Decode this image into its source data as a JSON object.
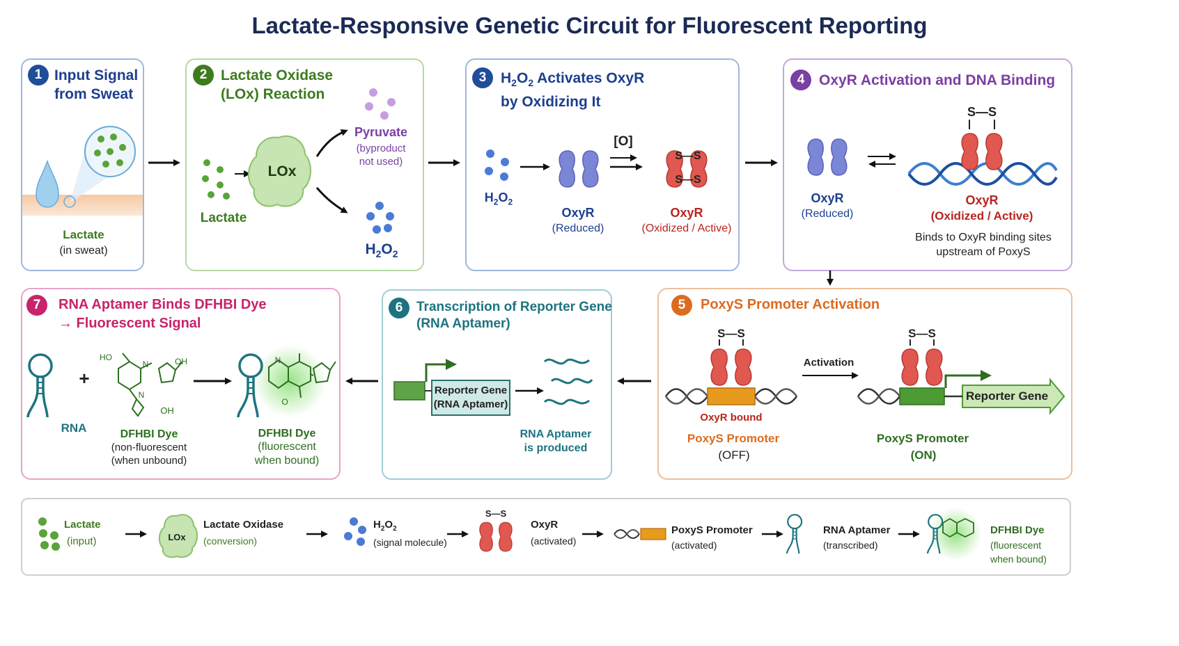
{
  "title": "Lactate-Responsive Genetic Circuit for Fluorescent Reporting",
  "colors": {
    "blue": "#1d3f8f",
    "green": "#3d7b1f",
    "purple": "#7a3fa2",
    "orange": "#dd6b1f",
    "pink": "#c8236b",
    "teal": "#1d7480",
    "oxyr_reduced": "#7b86d6",
    "oxyr_oxidized": "#e0584f"
  },
  "panels": {
    "p1": {
      "num": "1",
      "title_l1": "Input Signal",
      "title_l2": "from Sweat",
      "label": "Lactate",
      "sublabel": "(in sweat)"
    },
    "p2": {
      "num": "2",
      "title_l1": "Lactate Oxidase",
      "title_l2": "(LOx) Reaction",
      "enzyme": "LOx",
      "substrate": "Lactate",
      "product1": "Pyruvate",
      "product1_note_l1": "(byproduct",
      "product1_note_l2": "not used)",
      "product2": "H",
      "product2_sub": "2",
      "product2_b": "O",
      "product2_sub2": "2"
    },
    "p3": {
      "num": "3",
      "title_a": "H",
      "title_sub1": "2",
      "title_b": "O",
      "title_sub2": "2",
      "title_c": " Activates OxyR",
      "title_l2": "by Oxidizing It",
      "h2o2_a": "H",
      "h2o2_s1": "2",
      "h2o2_b": "O",
      "h2o2_s2": "2",
      "oxidant": "[O]",
      "reduced_name": "OxyR",
      "reduced_state": "(Reduced)",
      "oxidized_name": "OxyR",
      "oxidized_state": "(Oxidized / Active)",
      "disulfide": "S—S"
    },
    "p4": {
      "num": "4",
      "title": "OxyR Activation and DNA Binding",
      "reduced_name": "OxyR",
      "reduced_state": "(Reduced)",
      "oxidized_name": "OxyR",
      "oxidized_state": "(Oxidized / Active)",
      "disulfide": "S—S",
      "note_l1": "Binds to OxyR binding sites",
      "note_l2": "upstream of PoxyS"
    },
    "p5": {
      "num": "5",
      "title": "PoxyS Promoter Activation",
      "disulfide": "S—S",
      "bound_label": "OxyR bound",
      "off_name": "PoxyS Promoter",
      "off_state": "(OFF)",
      "activation": "Activation",
      "on_name": "PoxyS Promoter",
      "on_state": "(ON)",
      "gene": "Reporter Gene"
    },
    "p6": {
      "num": "6",
      "title_l1": "Transcription of Reporter Gene",
      "title_l2": "(RNA Aptamer)",
      "gene_l1": "Reporter Gene",
      "gene_l2": "(RNA Aptamer)",
      "product_l1": "RNA Aptamer",
      "product_l2": "is produced"
    },
    "p7": {
      "num": "7",
      "title_l1": "RNA Aptamer Binds DFHBI Dye",
      "title_l2": "→ Fluorescent Signal",
      "plus": "+",
      "rna": "RNA",
      "dye_name": "DFHBI Dye",
      "dye_state_l1": "(non-fluorescent",
      "dye_state_l2": "(when unbound)",
      "bound_name": "DFHBI Dye",
      "bound_state_l1": "(fluorescent",
      "bound_state_l2": "when bound)",
      "chem_ho": "HO",
      "chem_n1": "N",
      "chem_n2": "N",
      "chem_oh": "OH",
      "chem_oh2": "OH",
      "chem_n3": "N",
      "chem_o": "O"
    }
  },
  "summary": {
    "lactate": "Lactate",
    "lactate_sub": "(input)",
    "lox_icon": "LOx",
    "lox": "Lactate Oxidase",
    "lox_sub": "(conversion)",
    "h2o2_a": "H",
    "h2o2_s1": "2",
    "h2o2_b": "O",
    "h2o2_s2": "2",
    "h2o2_sub": "(signal molecule)",
    "disulfide": "S—S",
    "oxyr": "OxyR",
    "oxyr_sub": "(activated)",
    "poxys": "PoxyS Promoter",
    "poxys_sub": "(activated)",
    "aptamer": "RNA Aptamer",
    "aptamer_sub": "(transcribed)",
    "dye": "DFHBI Dye",
    "dye_sub_l1": "(fluorescent",
    "dye_sub_l2": "when bound)"
  }
}
